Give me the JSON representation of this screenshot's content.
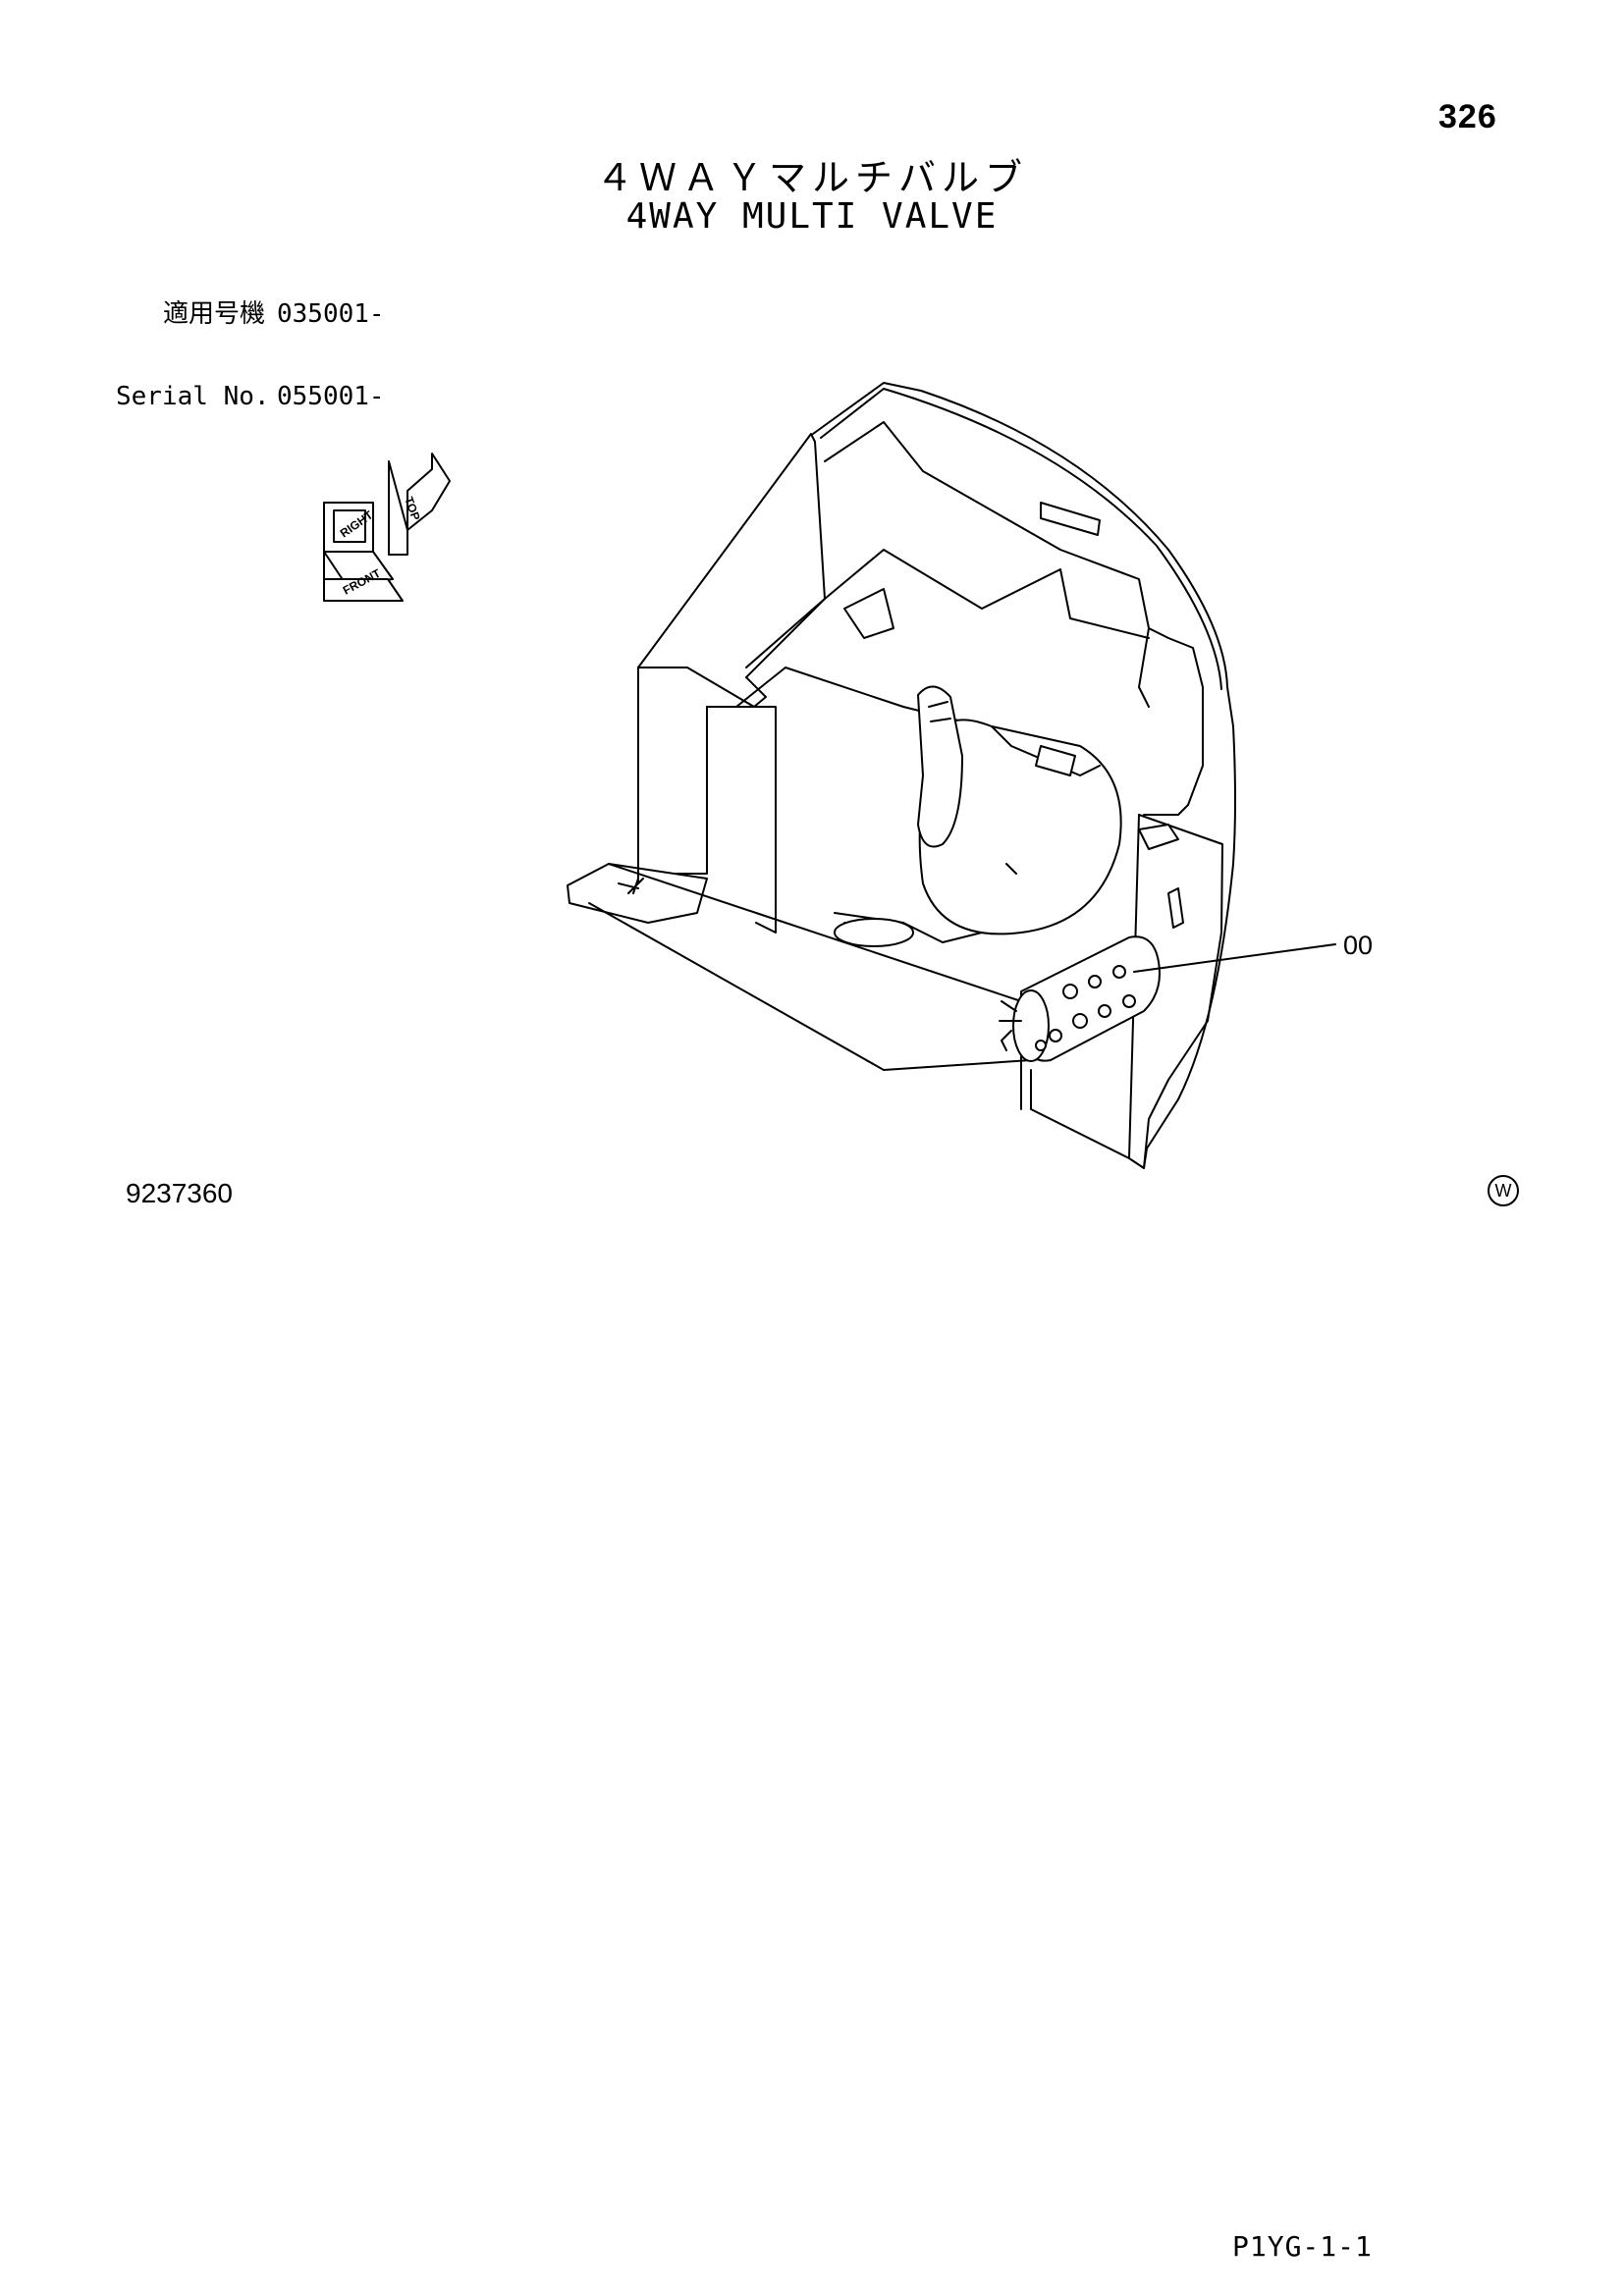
{
  "header": {
    "page_number": "326",
    "title_jp": "４ＷＡＹマルチバルブ",
    "title_en": "4WAY MULTI VALVE"
  },
  "applicability": {
    "jp_label": "適用号機",
    "jp_value": "035001-",
    "en_label": "Serial No.",
    "en_value": "055001-"
  },
  "orientation_indicator": {
    "labels": [
      "TOP",
      "RIGHT",
      "FRONT"
    ]
  },
  "illustration": {
    "icon": "cab-interior-valve-illustration",
    "callouts": [
      {
        "label": "00"
      }
    ]
  },
  "footer": {
    "drawing_number": "9237360",
    "mark": "W",
    "page_code": "P1YG-1-1"
  }
}
